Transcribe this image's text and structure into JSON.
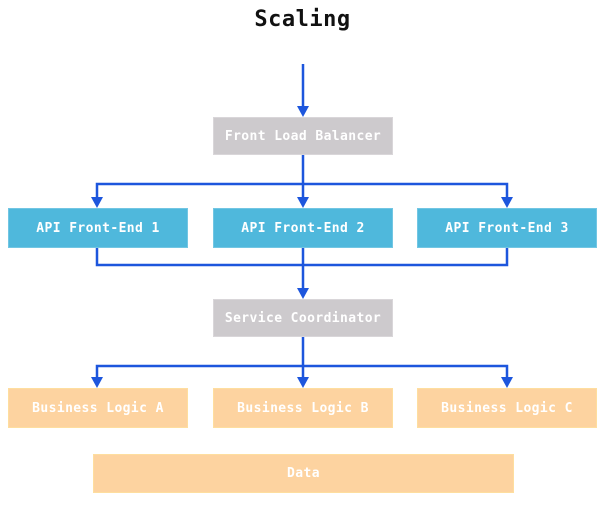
{
  "title": "Scaling",
  "colors": {
    "arrow": "#1d56dd",
    "node_gray": "#cdcacd",
    "node_blue": "#4fb8dc",
    "node_orange": "#fdd3a0",
    "node_text": "#ffffff",
    "title_text": "#111111",
    "background": "#ffffff"
  },
  "nodes": {
    "front_load_balancer": {
      "label": "Front Load Balancer",
      "color": "#cdcacd"
    },
    "api_front_end_1": {
      "label": "API Front-End 1",
      "color": "#4fb8dc"
    },
    "api_front_end_2": {
      "label": "API Front-End 2",
      "color": "#4fb8dc"
    },
    "api_front_end_3": {
      "label": "API Front-End 3",
      "color": "#4fb8dc"
    },
    "service_coordinator": {
      "label": "Service Coordinator",
      "color": "#cdcacd"
    },
    "business_logic_a": {
      "label": "Business Logic A",
      "color": "#fdd3a0"
    },
    "business_logic_b": {
      "label": "Business Logic B",
      "color": "#fdd3a0"
    },
    "business_logic_c": {
      "label": "Business Logic C",
      "color": "#fdd3a0"
    },
    "data": {
      "label": "Data",
      "color": "#fdd3a0"
    }
  },
  "edges": [
    {
      "from": "title",
      "to": "front_load_balancer"
    },
    {
      "from": "front_load_balancer",
      "to": "api_front_end_1"
    },
    {
      "from": "front_load_balancer",
      "to": "api_front_end_2"
    },
    {
      "from": "front_load_balancer",
      "to": "api_front_end_3"
    },
    {
      "from": "api_front_end_1",
      "to": "service_coordinator"
    },
    {
      "from": "api_front_end_2",
      "to": "service_coordinator"
    },
    {
      "from": "api_front_end_3",
      "to": "service_coordinator"
    },
    {
      "from": "service_coordinator",
      "to": "business_logic_a"
    },
    {
      "from": "service_coordinator",
      "to": "business_logic_b"
    },
    {
      "from": "service_coordinator",
      "to": "business_logic_c"
    }
  ]
}
